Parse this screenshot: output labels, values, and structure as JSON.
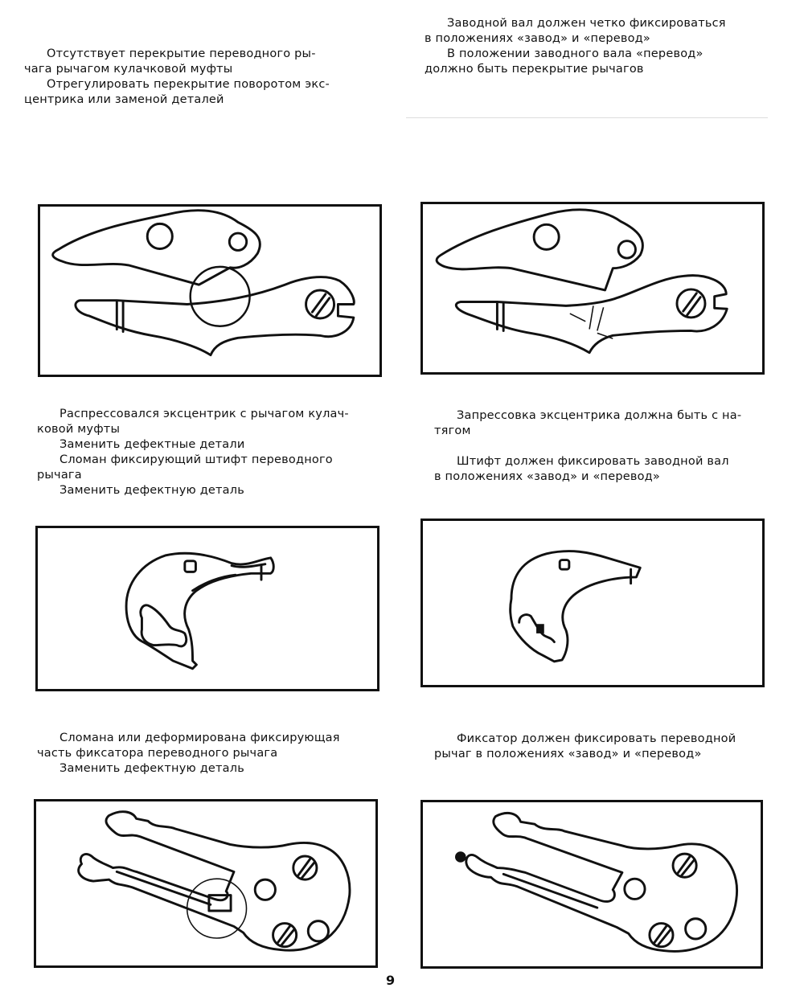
{
  "captions": {
    "c1": [
      "Отсутствует перекрытие переводного ры-\nчага рычагом кулачковой муфты",
      "Отрегулировать перекрытие поворотом экс-\nцентрика или заменой деталей"
    ],
    "c2": [
      "Заводной вал должен четко фиксироваться\nв положениях «завод» и «перевод»",
      "В положении заводного вала «перевод»\nдолжно быть перекрытие рычагов"
    ],
    "c3": [
      "Распрессовался эксцентрик с рычагом кулач-\nковой муфты",
      "Заменить дефектные детали",
      "Сломан фиксирующий штифт переводного\nрычага",
      "Заменить дефектную деталь"
    ],
    "c4": [
      "Запрессовка эксцентрика должна быть с на-\nтягом",
      "Штифт должен фиксировать заводной вал\nв положениях «завод» и «перевод»"
    ],
    "c5": [
      "Сломана или деформирована фиксирующая\nчасть фиксатора переводного рычага",
      "Заменить дефектную деталь"
    ],
    "c6": [
      "Фиксатор должен фиксировать переводной\nрычаг в положениях «завод» и «перевод»"
    ]
  },
  "page_number": "9"
}
